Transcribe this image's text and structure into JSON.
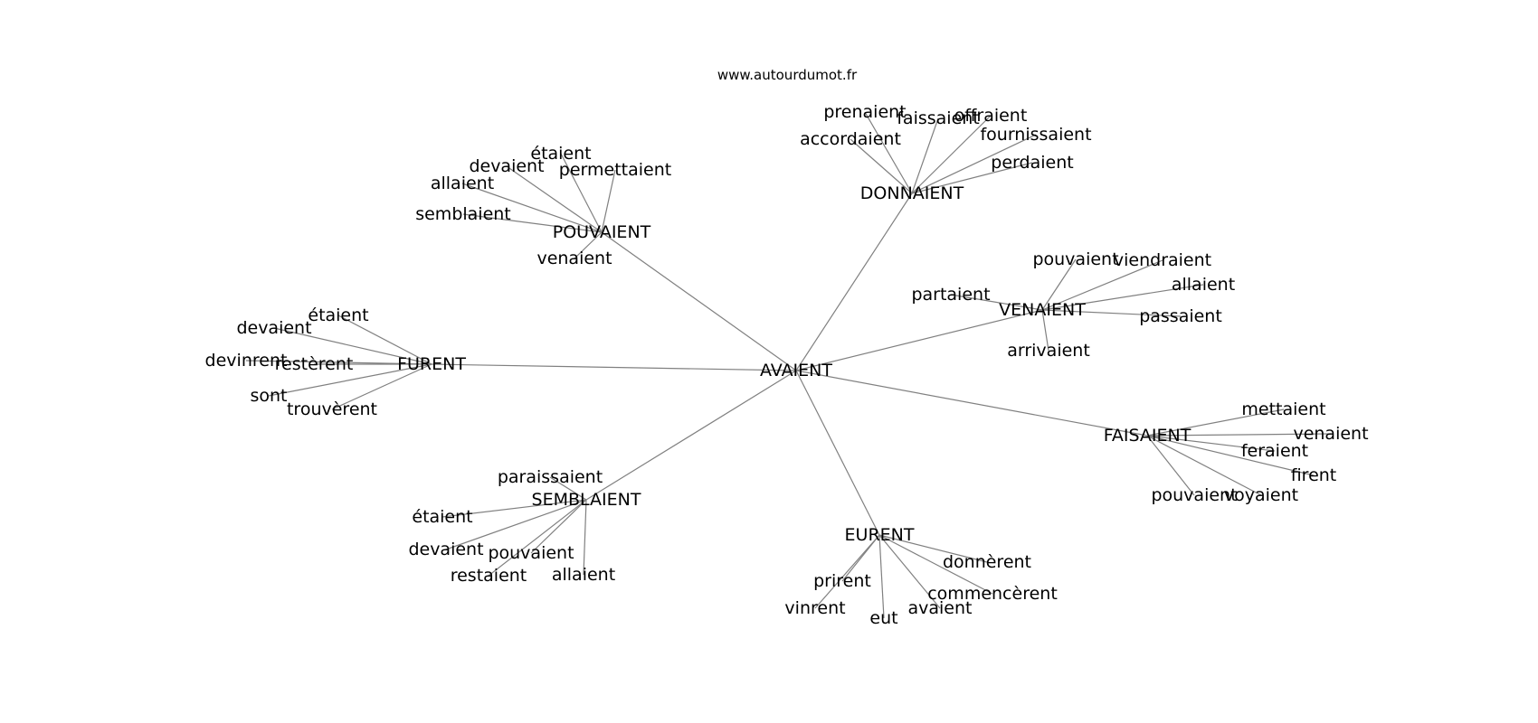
{
  "source": "www.autourdumot.fr",
  "graph": {
    "root": "AVAIENT",
    "groups": [
      {
        "hub": "POUVAIENT",
        "leaves": [
          "étaient",
          "devaient",
          "permettaient",
          "allaient",
          "semblaient",
          "venaient"
        ]
      },
      {
        "hub": "DONNAIENT",
        "leaves": [
          "prenaient",
          "faissaient",
          "offraient",
          "accordaient",
          "fournissaient",
          "perdaient"
        ]
      },
      {
        "hub": "VENAIENT",
        "leaves": [
          "pouvaient",
          "viendraient",
          "allaient",
          "partaient",
          "passaient",
          "arrivaient"
        ]
      },
      {
        "hub": "FURENT",
        "leaves": [
          "étaient",
          "devaient",
          "devinrent",
          "restèrent",
          "sont",
          "trouvèrent"
        ]
      },
      {
        "hub": "FAISAIENT",
        "leaves": [
          "mettaient",
          "venaient",
          "feraient",
          "firent",
          "pouvaient",
          "voyaient"
        ]
      },
      {
        "hub": "SEMBLAIENT",
        "leaves": [
          "paraissaient",
          "étaient",
          "devaient",
          "pouvaient",
          "restaient",
          "allaient"
        ]
      },
      {
        "hub": "EURENT",
        "leaves": [
          "donnèrent",
          "prirent",
          "commencèrent",
          "vinrent",
          "eut",
          "avaient"
        ]
      }
    ]
  }
}
